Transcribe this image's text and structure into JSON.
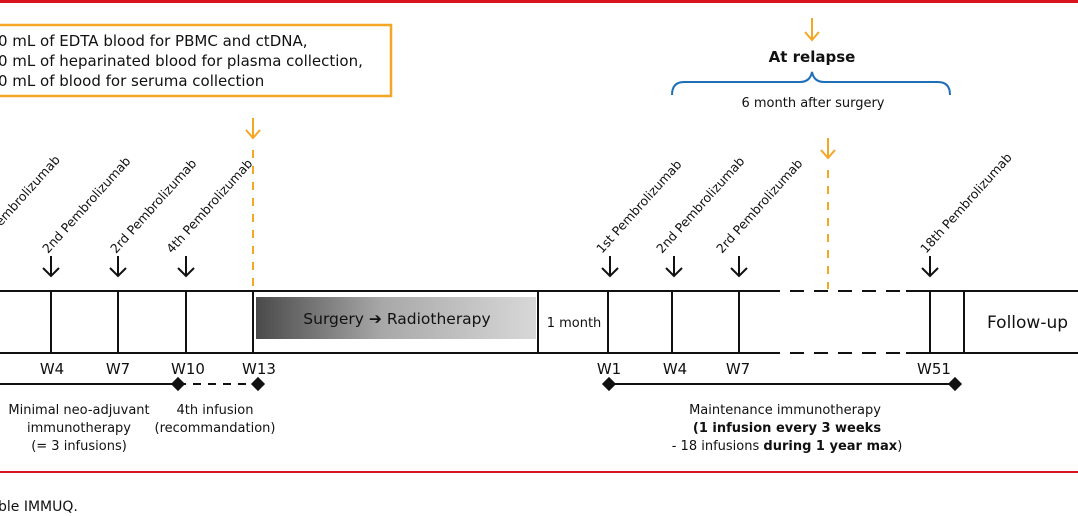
{
  "sampling_box": {
    "lines": [
      "0 mL of EDTA blood for PBMC and ctDNA,",
      "0 mL of heparinated blood for plasma collection,",
      "0 mL of blood for seruma collection"
    ]
  },
  "relapse": {
    "title": "At relapse",
    "bracket_label": "6 month after surgery"
  },
  "neoadjuvant_doses": [
    "Pembrolizumab",
    "2nd Pembrolizumab",
    "2rd Pembrolizumab",
    "4th Pembrolizumab"
  ],
  "maintenance_doses": [
    "1st Pembrolizumab",
    "2nd Pembrolizumab",
    "2rd Pembrolizumab",
    "18th Pembrolizumab"
  ],
  "timeline": {
    "surgery_label": "Surgery ➔ Radiotherapy",
    "gap_label": "1 month",
    "followup_label": "Follow-up",
    "weeks_pre": [
      "W4",
      "W7",
      "W10",
      "W13"
    ],
    "weeks_post": [
      "W1",
      "W4",
      "W7",
      "W51"
    ]
  },
  "phases": {
    "neoadjuvant": [
      "Minimal neo-adjuvant",
      "immunotherapy",
      "(= 3 infusions)"
    ],
    "fourth_infusion": [
      "4th infusion",
      "(recommandation)"
    ],
    "maintenance_title": "Maintenance immunotherapy",
    "maintenance_line2": "(1 infusion every 3 weeks",
    "maintenance_line3_prefix": "- 18 infusions ",
    "maintenance_line3_bold": "during 1 year max",
    "maintenance_line3_suffix": ")"
  },
  "caption": "ble IMMUQ.",
  "colors": {
    "frame_red": "#d7141e",
    "orange": "#f5a623",
    "blue": "#1e6fb8",
    "black": "#111111"
  }
}
